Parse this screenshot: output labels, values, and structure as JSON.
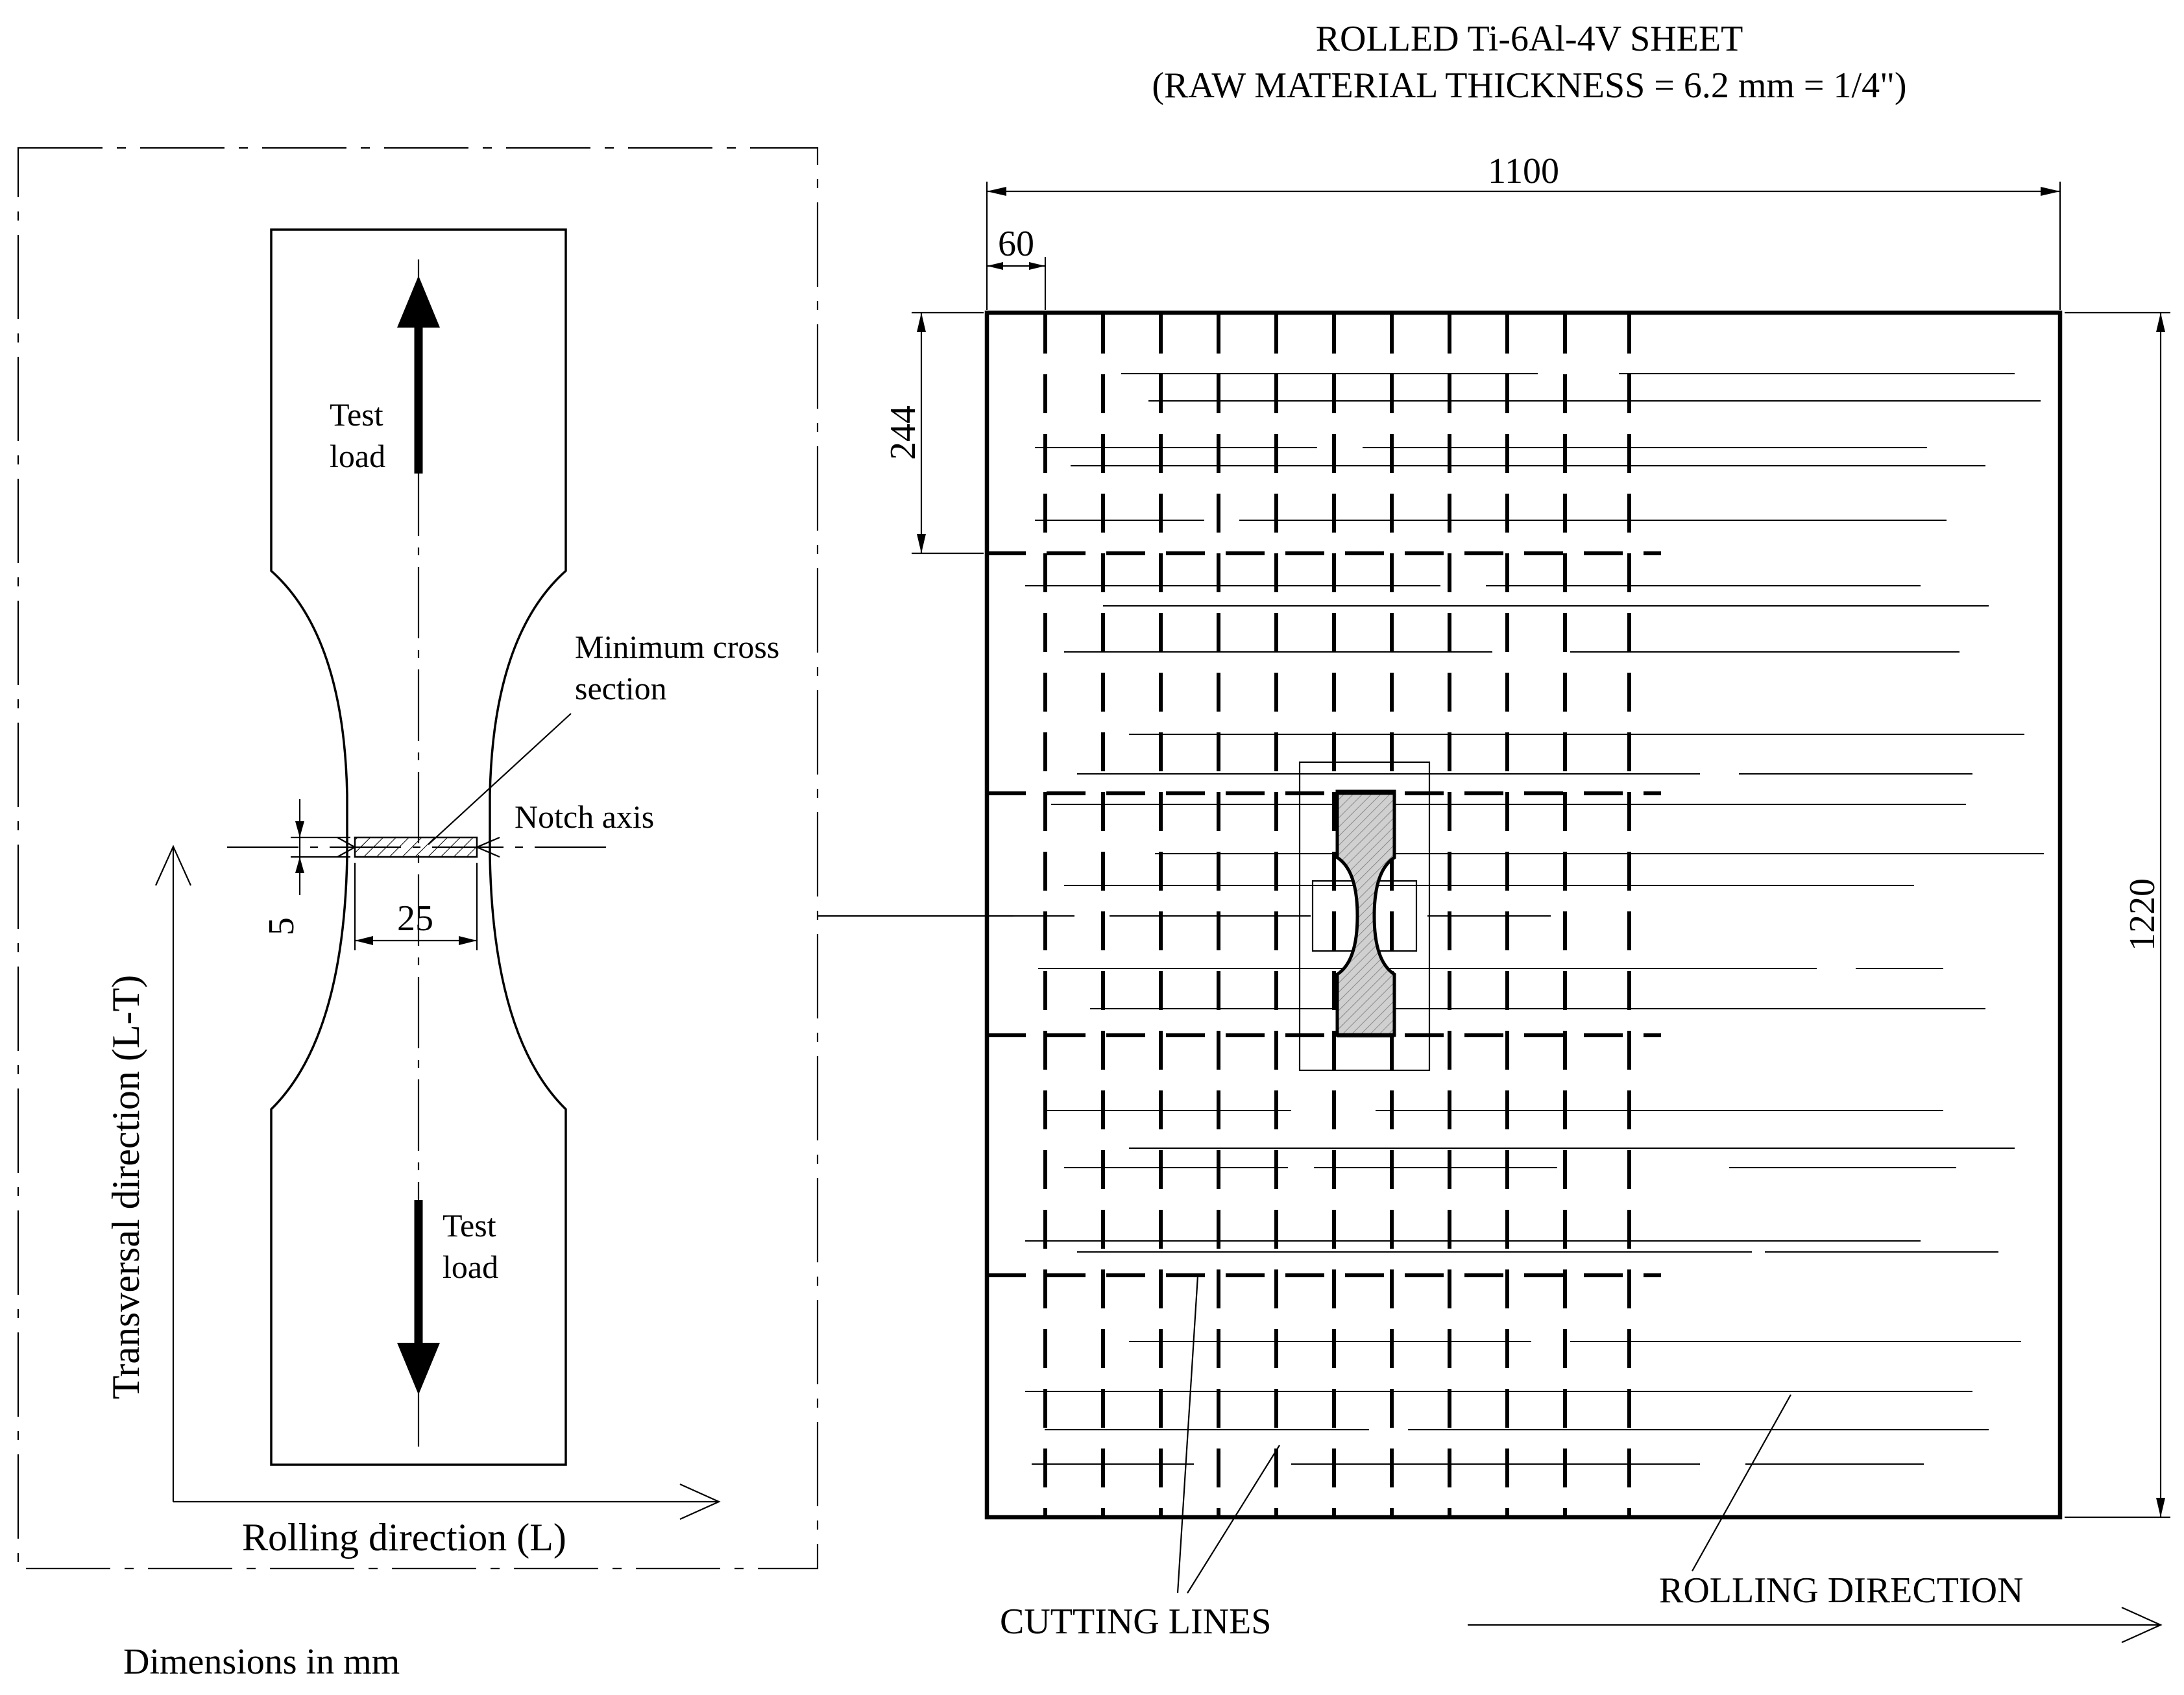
{
  "sheet": {
    "title_line1": "ROLLED Ti-6Al-4V SHEET",
    "title_line2": "(RAW MATERIAL THICKNESS = 6.2 mm = 1/4\")",
    "dim_width": "1100",
    "dim_height": "1220",
    "dim_offset": "60",
    "dim_row": "244",
    "label_cutting_lines": "CUTTING LINES",
    "label_rolling_direction": "ROLLING DIRECTION"
  },
  "specimen": {
    "load_top_line1": "Test",
    "load_top_line2": "load",
    "load_bottom_line1": "Test",
    "load_bottom_line2": "load",
    "min_cross_line1": "Minimum cross",
    "min_cross_line2": "section",
    "notch_axis": "Notch axis",
    "dim_notch_height": "5",
    "dim_width": "25",
    "transversal_direction": "Transversal direction (L-T)",
    "rolling_direction": "Rolling direction (L)"
  },
  "footer": {
    "units_note": "Dimensions in mm"
  },
  "colors": {
    "line": "#000000",
    "specimen_fill": "#d0d0d0",
    "background": "#ffffff"
  }
}
